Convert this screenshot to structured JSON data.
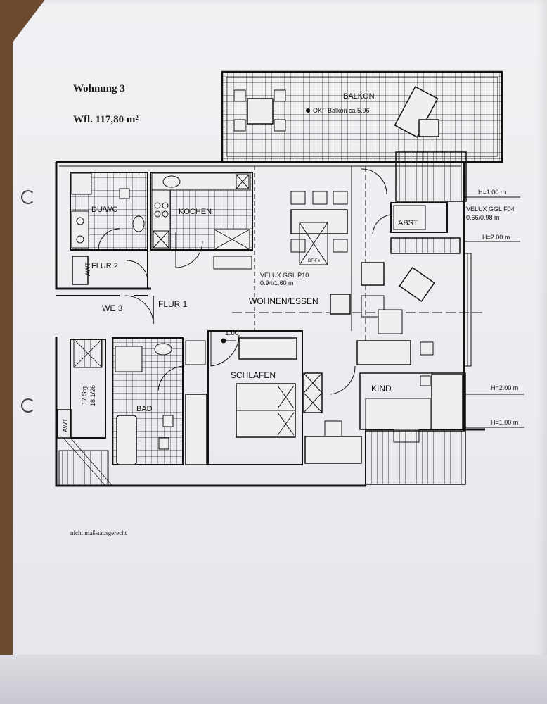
{
  "header": {
    "title": "Wohnung 3",
    "area": "Wfl. 117,80 m²"
  },
  "rooms": {
    "balkon": "BALKON",
    "du_wc": "DU/WC",
    "kochen": "KOCHEN",
    "flur2": "FLUR 2",
    "flur1": "FLUR 1",
    "we3": "WE 3",
    "wohnen": "WOHNEN/ESSEN",
    "abst": "ABST",
    "schlafen": "SCHLAFEN",
    "bad": "BAD",
    "kind": "KIND"
  },
  "annotations": {
    "okf": "OKF Balkon ca.5.96",
    "velux_p10_a": "VELUX GGL P10",
    "velux_p10_b": "0.94/1.60 m",
    "velux_f04_a": "VELUX GGL F04",
    "velux_f04_b": "0.66/0.98 m",
    "h100_top": "H=1.00 m",
    "h200_top": "H=2.00 m",
    "h200_bot": "H=2.00 m",
    "h100_bot": "H=1.00 m",
    "dim_100": "1.00",
    "stairs_a": "17 Stg.",
    "stairs_b": "18.1/26",
    "awt1": "AWT",
    "awt2": "AWT",
    "df_fe": "DF-Fe"
  },
  "footer": {
    "note": "nicht maßstabsgerecht"
  }
}
